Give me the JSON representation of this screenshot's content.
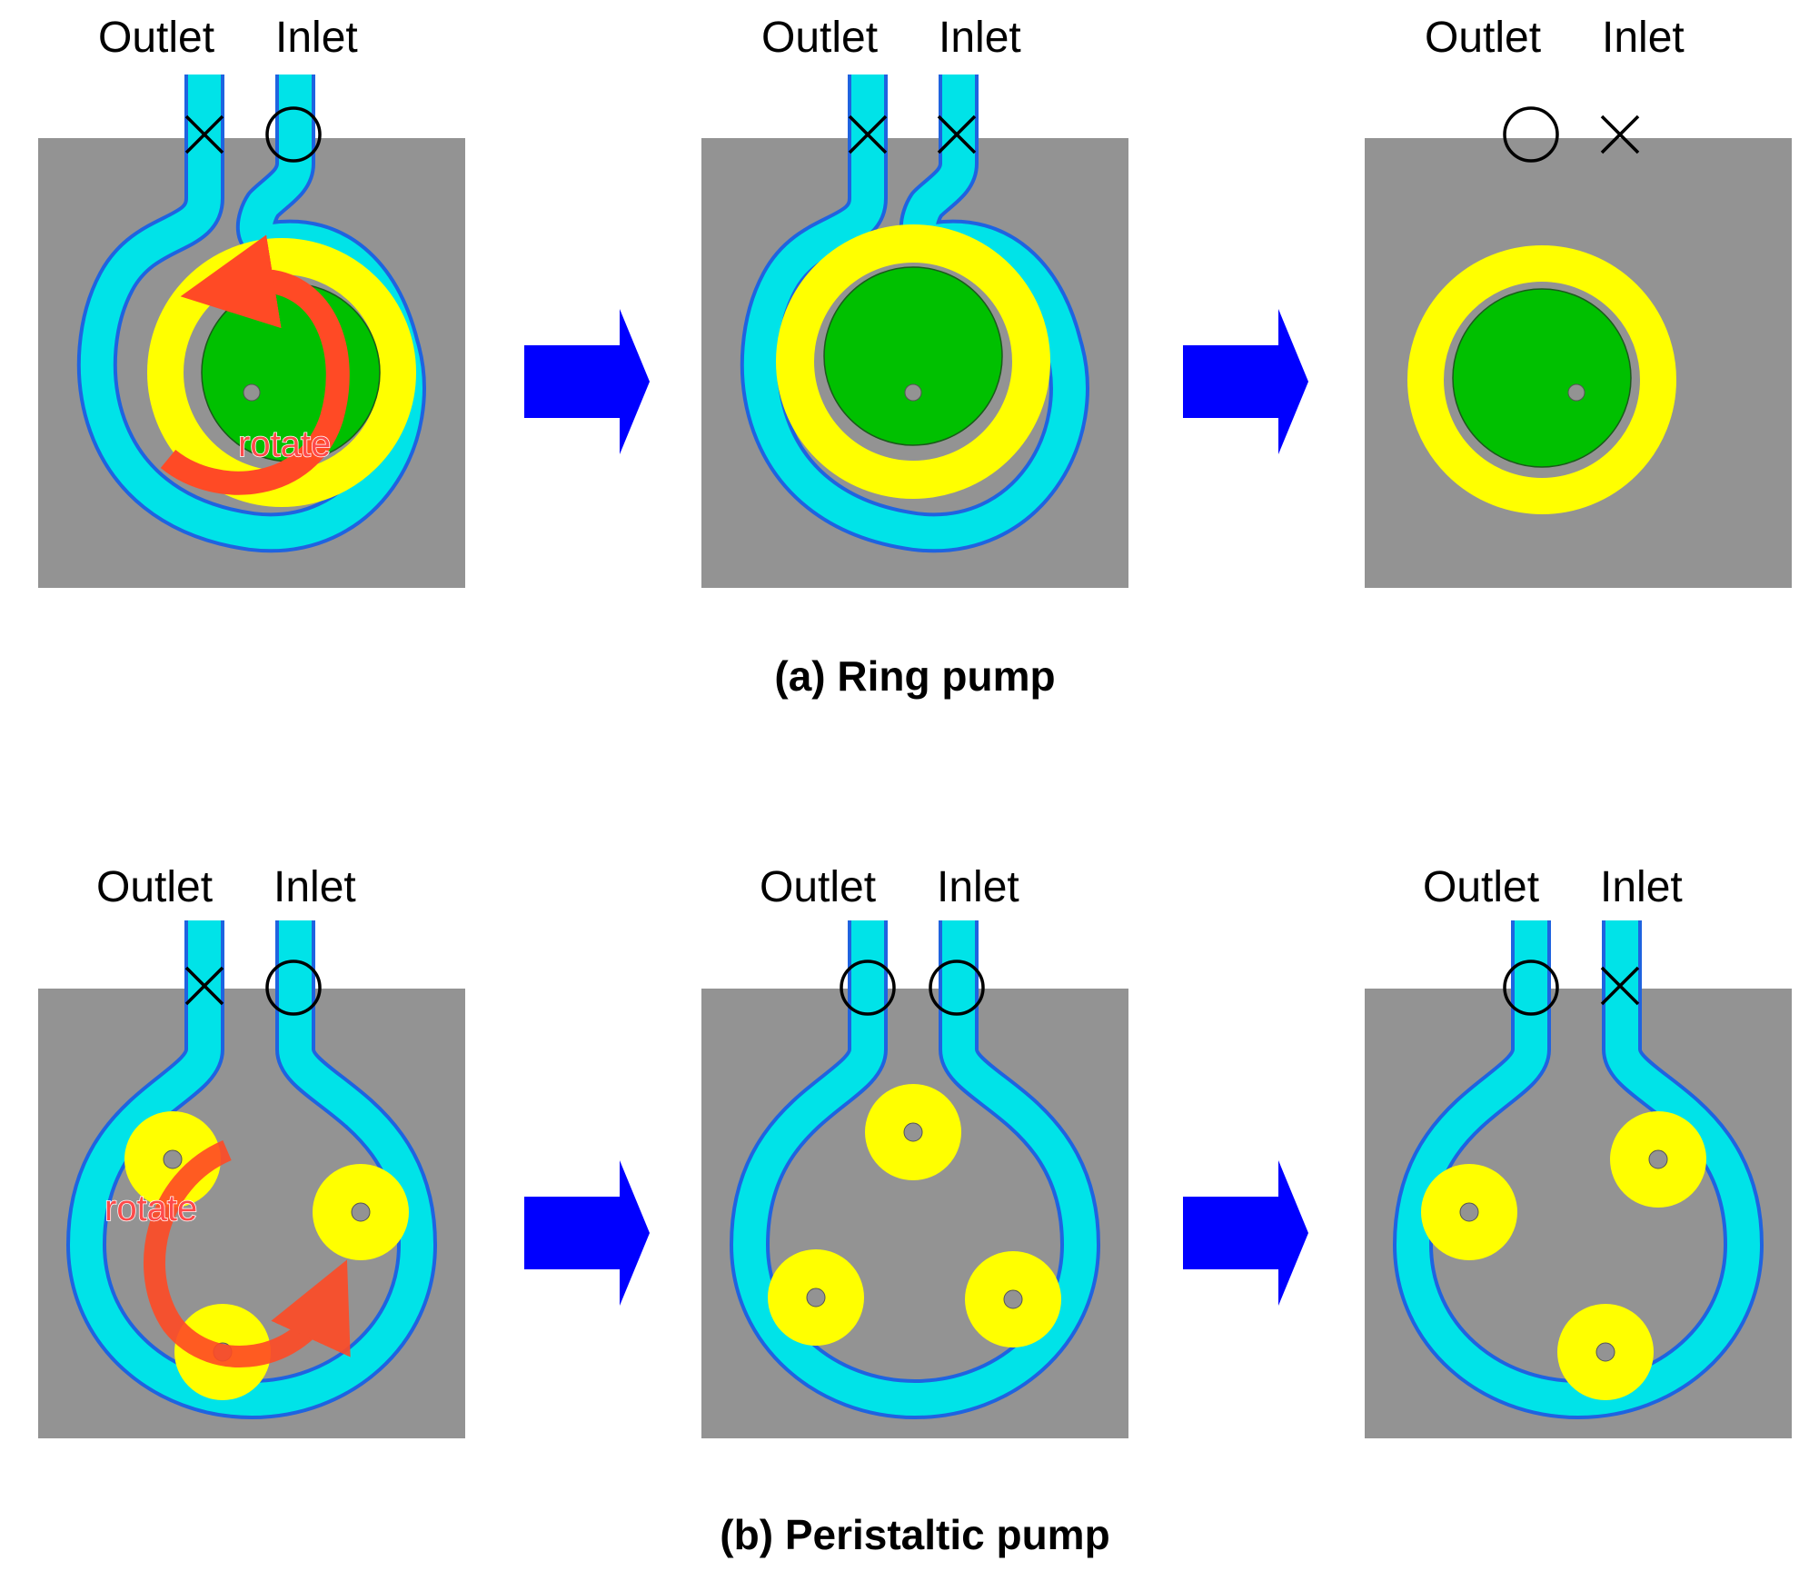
{
  "labels": {
    "outlet": "Outlet",
    "inlet": "Inlet",
    "rotate": "rotate"
  },
  "captions": {
    "ring": "(a) Ring pump",
    "peristaltic": "(b) Peristaltic pump"
  },
  "colors": {
    "chip": "#939393",
    "channel": "#00e3e8",
    "channel_edge": "#1f63e0",
    "roller": "#ffff00",
    "rotor": "#00c000",
    "arrow": "#0000ff",
    "rotate_arrow": "#ff4a25"
  },
  "ring_pump": {
    "states": [
      {
        "outlet": "closed",
        "inlet": "open"
      },
      {
        "outlet": "closed",
        "inlet": "closed"
      },
      {
        "outlet": "open",
        "inlet": "closed"
      }
    ]
  },
  "peristaltic_pump": {
    "states": [
      {
        "outlet": "closed",
        "inlet": "open"
      },
      {
        "outlet": "open",
        "inlet": "open"
      },
      {
        "outlet": "open",
        "inlet": "closed"
      }
    ]
  }
}
